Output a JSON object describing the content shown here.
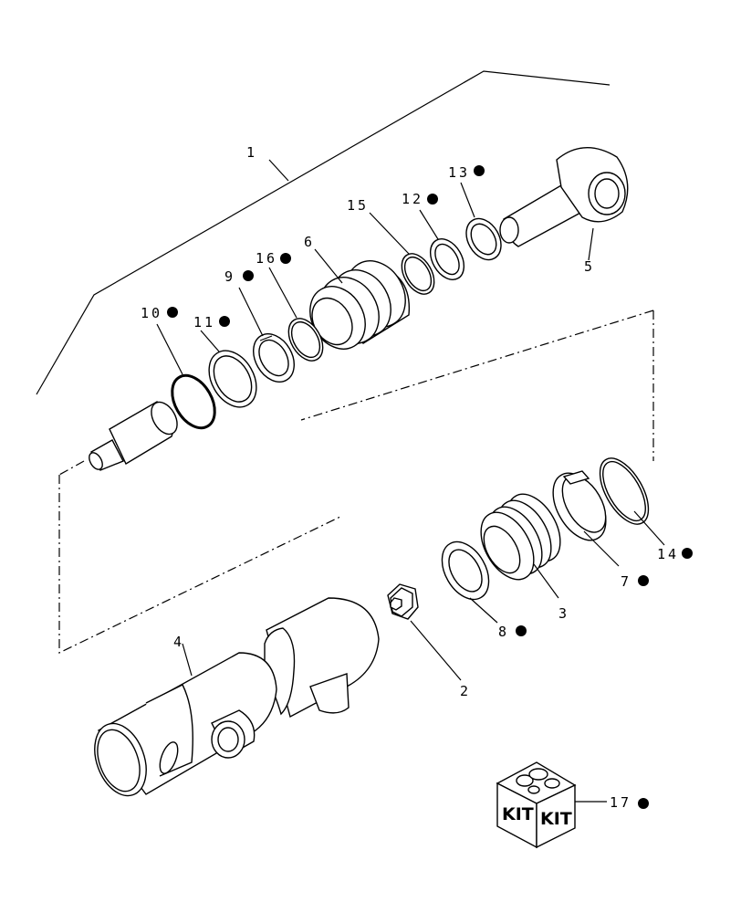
{
  "callouts": {
    "p1": "1",
    "p2": "2",
    "p3": "3",
    "p4": "4",
    "p5": "5",
    "p6": "6",
    "p7": "7",
    "p8": "8",
    "p9": "9",
    "p10": "10",
    "p11": "11",
    "p12": "12",
    "p13": "13",
    "p14": "14",
    "p15": "15",
    "p16": "16",
    "p17": "17"
  },
  "kit": {
    "left_label": "KIT",
    "right_label": "KIT"
  },
  "kit_marker_parts": [
    "7",
    "8",
    "10",
    "11",
    "12",
    "13",
    "14",
    "16",
    "17"
  ]
}
